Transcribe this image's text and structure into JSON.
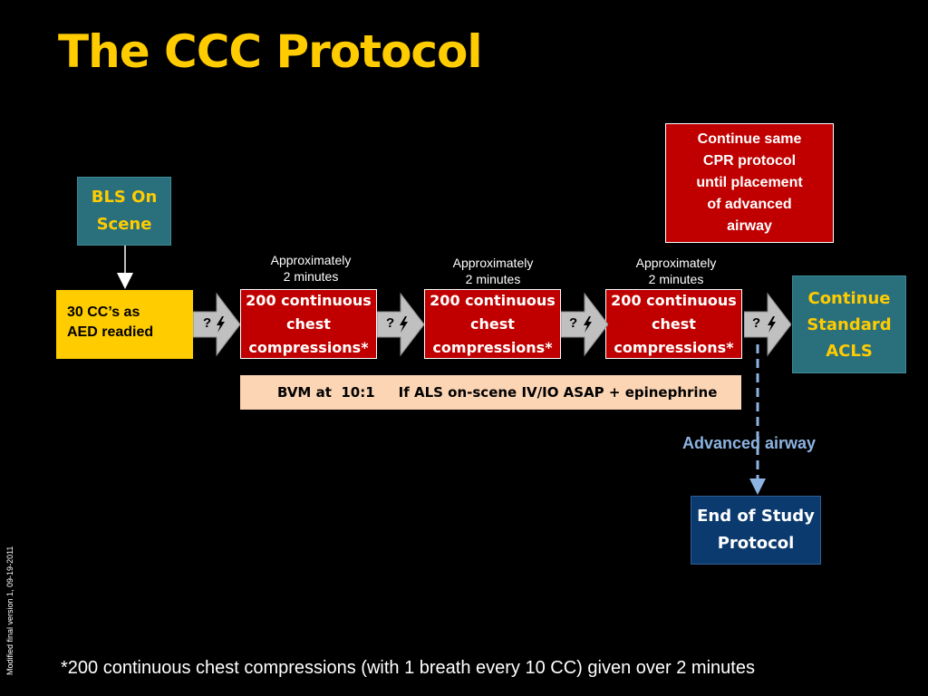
{
  "title": "The CCC Protocol",
  "bls_box": {
    "line1": "BLS On",
    "line2": "Scene"
  },
  "start_box": {
    "line1": "30 CC’s as",
    "line2": "AED readied"
  },
  "top_box": {
    "lines": [
      "Continue same",
      "CPR protocol",
      "until placement",
      "of advanced",
      "airway"
    ]
  },
  "cycles": [
    {
      "approx1": "Approximately",
      "approx2": "2 minutes",
      "line1": "200 continuous",
      "line2": "chest",
      "line3": "compressions*"
    },
    {
      "approx1": "Approximately",
      "approx2": "2 minutes",
      "line1": "200 continuous",
      "line2": "chest",
      "line3": "compressions*"
    },
    {
      "approx1": "Approximately",
      "approx2": "2 minutes",
      "line1": "200 continuous",
      "line2": "chest",
      "line3": "compressions*"
    }
  ],
  "arrow_label": "?",
  "continue_box": {
    "line1": "Continue",
    "line2": "Standard",
    "line3": "ACLS"
  },
  "bvm_bar": {
    "left": "BVM at  10:1",
    "right": "If ALS on-scene IV/IO ASAP + epinephrine"
  },
  "advanced_airway": "Advanced airway",
  "end_box": {
    "line1": "End of Study",
    "line2": "Protocol"
  },
  "footnote": "*200 continuous chest compressions (with 1 breath every 10 CC) given over 2 minutes",
  "version_note": "Modified final version 1, 09-19-2011",
  "colors": {
    "title": "#FFCC00",
    "teal": "#2A6F7C",
    "red": "#C00000",
    "navy": "#0A3A6E",
    "peach": "#FCD5B4",
    "airway_blue": "#8DB4E2"
  },
  "icons": {
    "arrow": "chevron-arrow-icon",
    "shock": "lightning-bolt-icon"
  }
}
